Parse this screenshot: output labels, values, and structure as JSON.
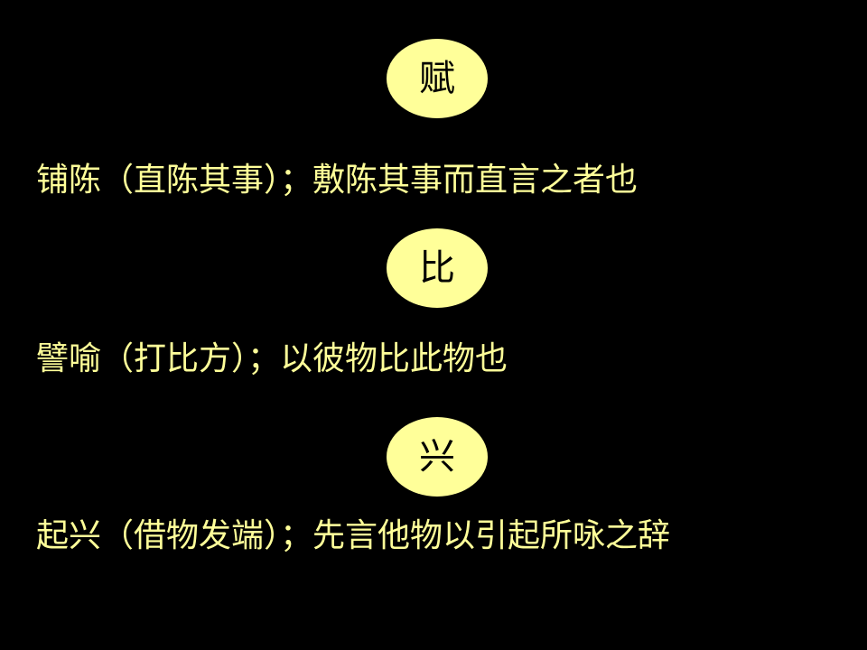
{
  "slide": {
    "background": "#000000",
    "accent_color": "#FFFF99",
    "sections": [
      {
        "term": "赋",
        "definition": "铺陈（直陈其事）；敷陈其事而直言之者也"
      },
      {
        "term": "比",
        "definition": "譬喻（打比方）；以彼物比此物也"
      },
      {
        "term": "兴",
        "definition": "起兴（借物发端）；先言他物以引起所咏之辞"
      }
    ]
  }
}
